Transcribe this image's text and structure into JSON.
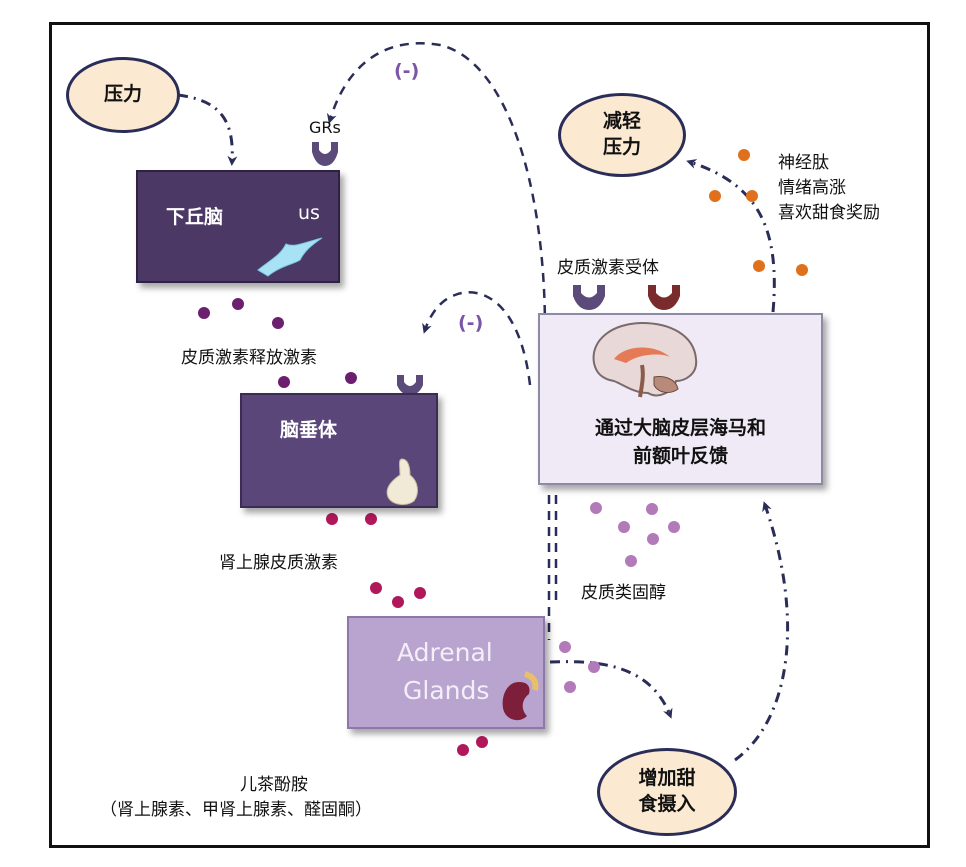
{
  "nodes": {
    "stress": "压力",
    "relieve_stress_line1": "减轻",
    "relieve_stress_line2": "压力",
    "increase_sweet_line1": "增加甜",
    "increase_sweet_line2": "食摄入",
    "hypothalamus_label": "下丘脑",
    "hypothalamus_suffix": "us",
    "pituitary_label": "脑垂体",
    "adrenal_line1": "Adrenal",
    "adrenal_line2": "Glands",
    "feedback_line1": "通过大脑皮层海马和",
    "feedback_line2": "前额叶反馈"
  },
  "labels": {
    "grs": "GRs",
    "crh": "皮质激素释放激素",
    "acth": "肾上腺皮质激素",
    "corticoid": "皮质类固醇",
    "receptor": "皮质激素受体",
    "catecholamine_line1": "儿茶酚胺",
    "catecholamine_line2": "（肾上腺素、甲肾上腺素、醛固酮）",
    "neuro_line1": "神经肽",
    "neuro_line2": "情绪高涨",
    "neuro_line3": "喜欢甜食奖励",
    "minus_top": "(-)",
    "minus_mid": "(-)"
  },
  "colors": {
    "arrow": "#2a2d57",
    "oval_fill": "#fbe9d2",
    "dark_box": "#4b3865",
    "light_box": "#b8a4cf",
    "feedback_box": "#efeaf6",
    "receptor_purple": "#5b4a7a",
    "receptor_red": "#7a2c2c",
    "dot_purple": "#6b1f6e",
    "dot_magenta": "#b0185a",
    "dot_light": "#b27ab8",
    "dot_orange": "#e0701c"
  }
}
